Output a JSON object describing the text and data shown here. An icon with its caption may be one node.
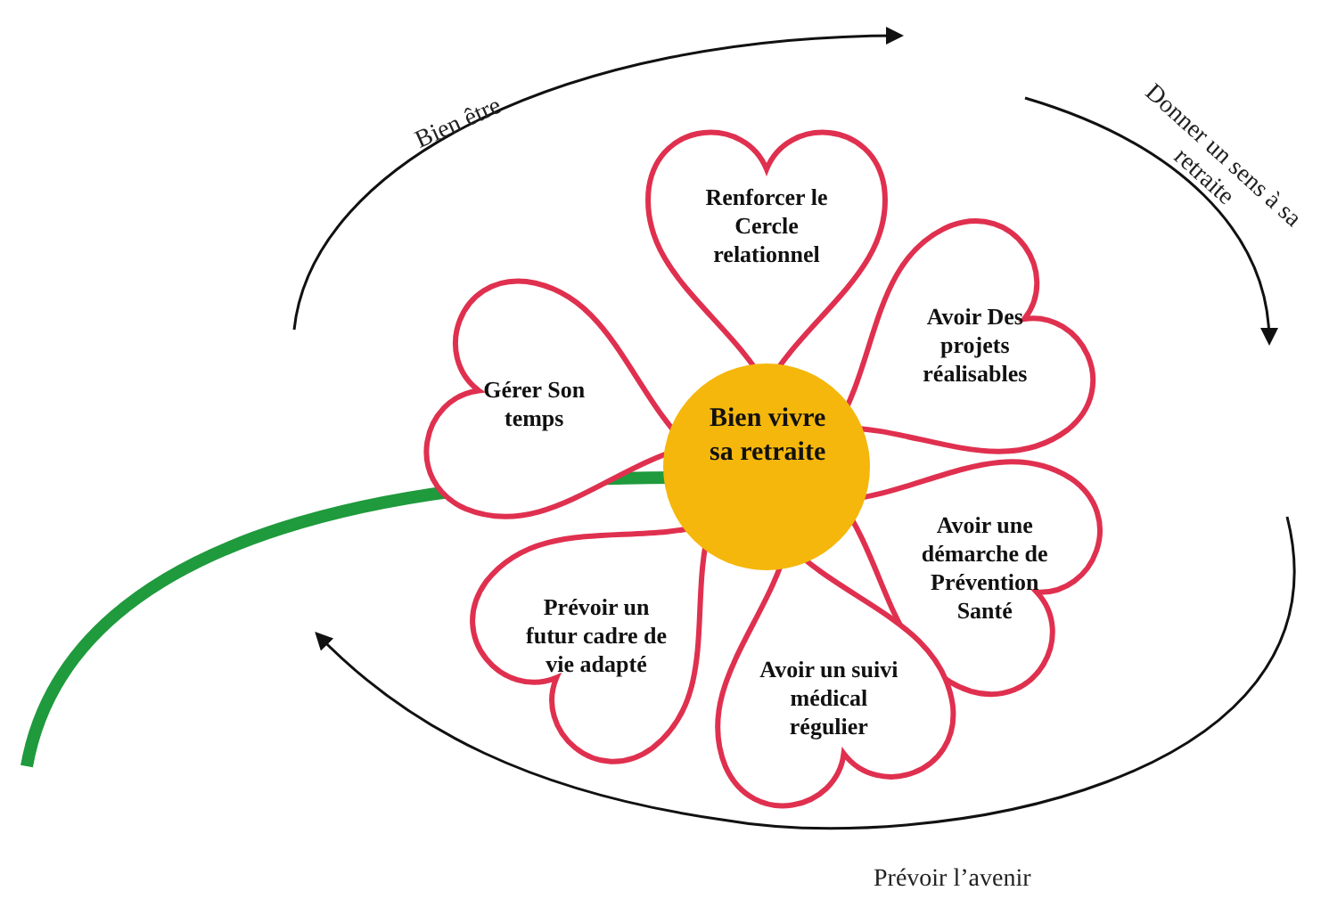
{
  "diagram": {
    "nodes": [
      {
        "text": [
          "Bien vivre sa retraite"
        ]
      },
      {
        "text": [
          "Renforcer le Cercle relationnel"
        ]
      },
      {
        "text": [
          "Avoir Des projets réalisables"
        ]
      },
      {
        "text": [
          "Avoir une démarche de Prévention Santé"
        ]
      },
      {
        "text": [
          "Avoir un suivi médical régulier"
        ]
      },
      {
        "text": [
          "Prévoir un futur cadre de vie adapté"
        ]
      },
      {
        "text": [
          "Gérer Son temps"
        ]
      }
    ],
    "labels": [
      "Bien être",
      "Donner un sens à sa retraite",
      "Prévoir l’avenir"
    ]
  }
}
